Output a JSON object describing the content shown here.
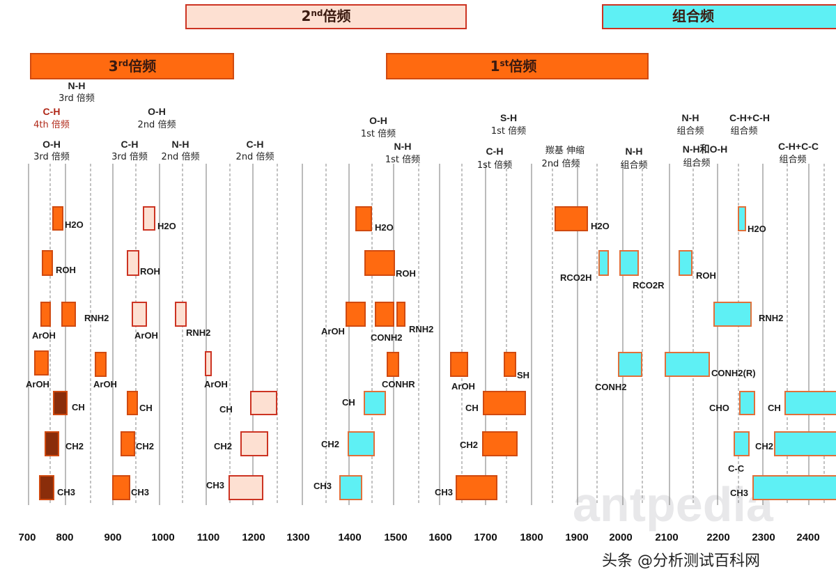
{
  "colors": {
    "orange": "#ff6a10",
    "orange_border": "#d04a10",
    "light": "#fde0d2",
    "light_border": "#cc3322",
    "dark": "#8a2d0a",
    "cyan": "#5ef0f4",
    "cyan_border": "#e0703a",
    "line": "#777777"
  },
  "bands": [
    {
      "id": "band-2nd",
      "base": "2",
      "sup": "nd",
      "text": "倍频",
      "style": "light"
    },
    {
      "id": "band-combo",
      "base": "",
      "sup": "",
      "text": "组合频",
      "style": "cyan"
    },
    {
      "id": "band-3rd",
      "base": "3",
      "sup": "rd",
      "text": "倍频",
      "style": "orange"
    },
    {
      "id": "band-1st",
      "base": "1",
      "sup": "st",
      "text": "倍频",
      "style": "orange"
    }
  ],
  "assignments": [
    {
      "bond": "N-H",
      "order": "3rd 倍频"
    },
    {
      "bond": "C-H",
      "order": "4th 倍频",
      "red": true
    },
    {
      "bond": "O-H",
      "order": "3rd 倍频"
    },
    {
      "bond": "O-H",
      "order": "2nd 倍频"
    },
    {
      "bond": "C-H",
      "order": "3rd 倍频"
    },
    {
      "bond": "N-H",
      "order": "2nd 倍频"
    },
    {
      "bond": "C-H",
      "order": "2nd 倍频"
    },
    {
      "bond": "O-H",
      "order": "1st 倍频"
    },
    {
      "bond": "N-H",
      "order": "1st 倍频"
    },
    {
      "bond": "S-H",
      "order": "1st 倍频"
    },
    {
      "bond": "C-H",
      "order": "1st 倍频"
    },
    {
      "bond": "羰基 伸缩",
      "order": "2nd 倍频"
    },
    {
      "bond": "N-H",
      "order": "组合频"
    },
    {
      "bond": "N-H",
      "order": "组合频"
    },
    {
      "bond": "N-H和O-H",
      "order": "组合频"
    },
    {
      "bond": "C-H+C-H",
      "order": "组合频"
    },
    {
      "bond": "C-H+C-C",
      "order": "组合频"
    }
  ],
  "box_labels": [
    "H2O",
    "H2O",
    "H2O",
    "H2O",
    "H2O",
    "ROH",
    "ROH",
    "ROH",
    "RCO2H",
    "RCO2R",
    "ROH",
    "RNH2",
    "ArOH",
    "ArOH",
    "RNH2",
    "ArOH",
    "CONH2",
    "RNH2",
    "RNH2",
    "ArOH",
    "ArOH",
    "ArOH",
    "CONHR",
    "ArOH",
    "SH",
    "CONH2",
    "CONH2(R)",
    "CH",
    "CH",
    "CH",
    "CH",
    "CH",
    "CHO",
    "CH",
    "CH2",
    "CH2",
    "CH2",
    "CH2",
    "CH2",
    "CH2",
    "C-C",
    "CH3",
    "CH3",
    "CH3",
    "CH3",
    "CH3",
    "CH3"
  ],
  "axis": {
    "ticks": [
      "700",
      "800",
      "900",
      "1000",
      "1100",
      "1200",
      "1300",
      "1400",
      "1500",
      "1600",
      "1700",
      "1800",
      "1900",
      "2000",
      "2100",
      "2200",
      "2300",
      "2400"
    ]
  },
  "watermark": "antpedia",
  "credit": "头条 @分析测试百科网"
}
